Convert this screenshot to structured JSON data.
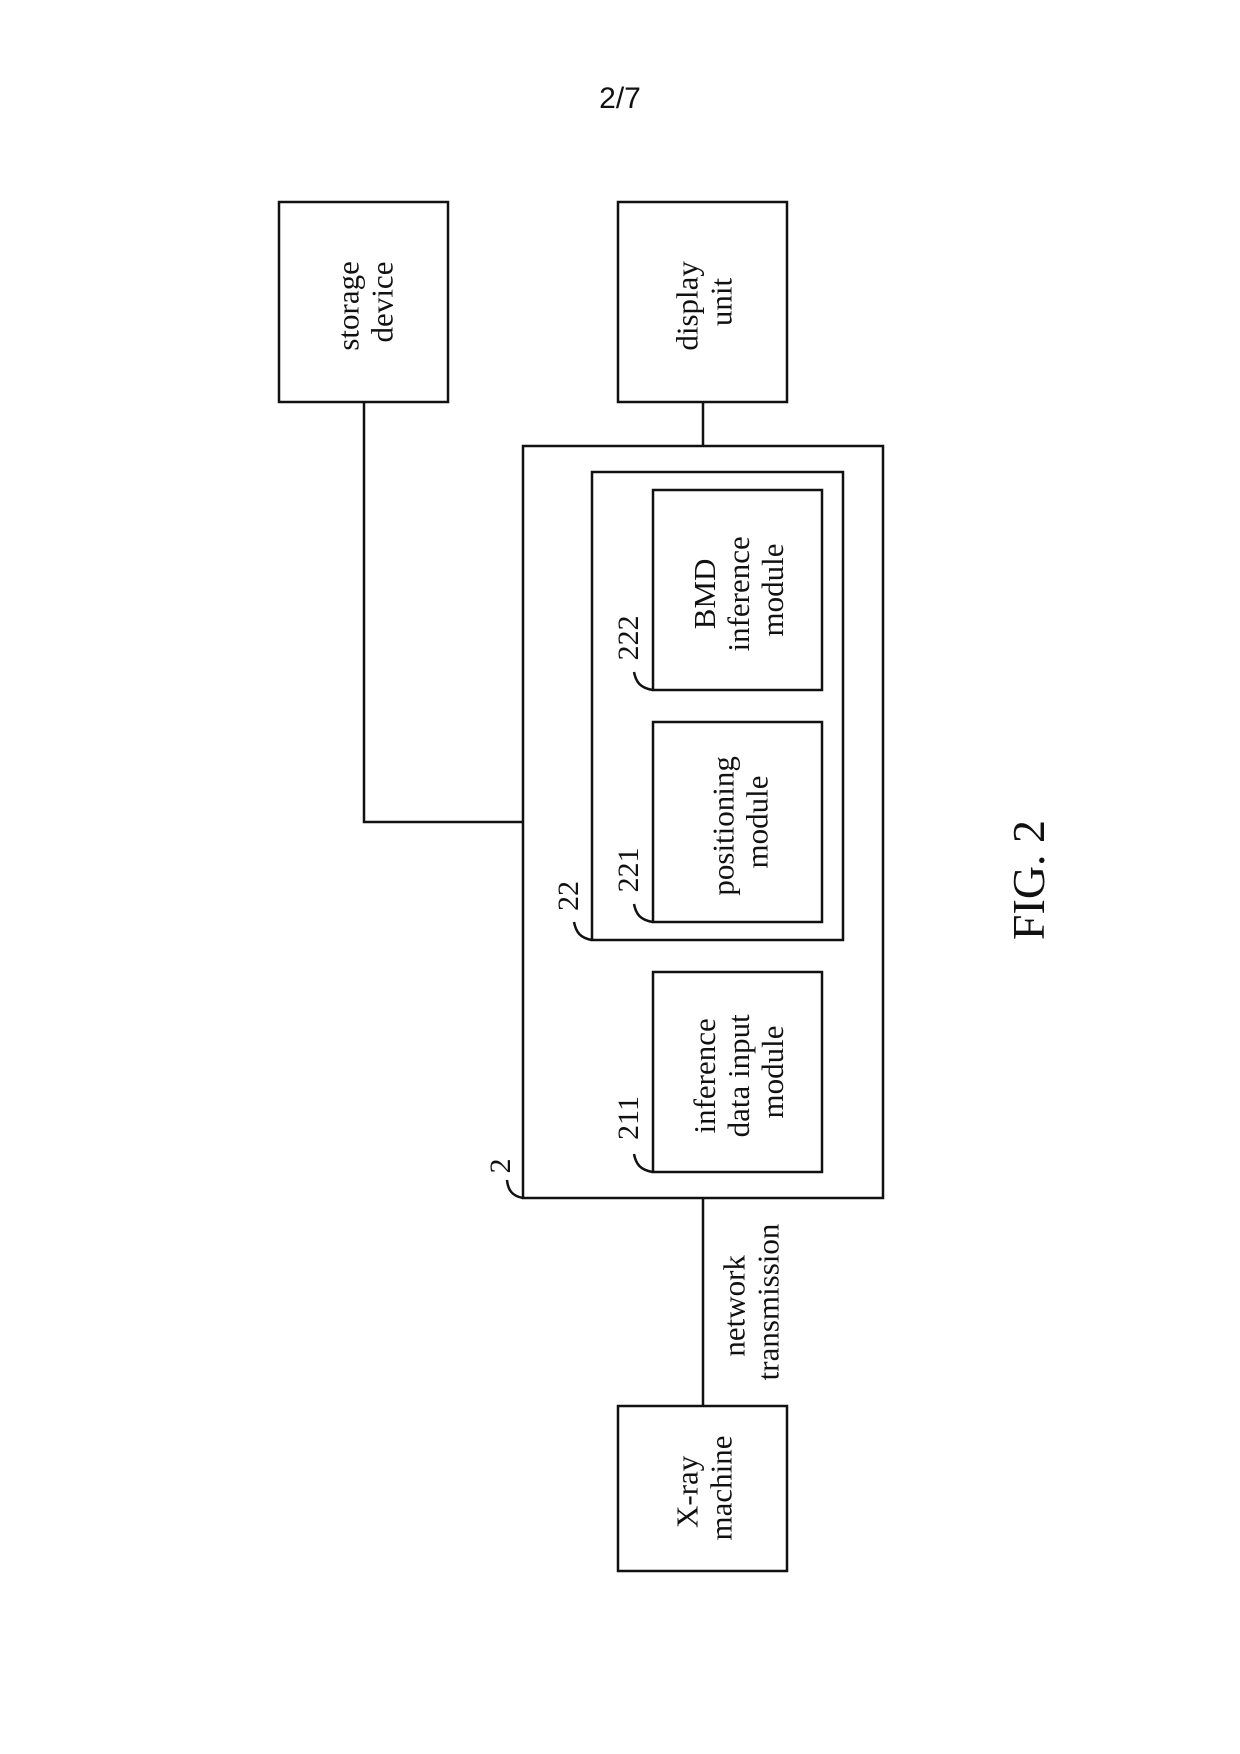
{
  "page_number": "2/7",
  "figure_label": "FIG. 2",
  "blocks": {
    "storage_device": [
      "storage",
      "device"
    ],
    "display_unit": [
      "display",
      "unit"
    ],
    "bmd_inference_module": [
      "BMD",
      "inference",
      "module"
    ],
    "positioning_module": [
      "positioning",
      "module"
    ],
    "inference_data_input_module": [
      "inference",
      "data input",
      "module"
    ],
    "xray_machine": [
      "X-ray",
      "machine"
    ]
  },
  "connection_labels": {
    "network_transmission": [
      "network",
      "transmission"
    ]
  },
  "reference_numerals": {
    "system": "2",
    "group": "22",
    "inference_data_input_module": "211",
    "positioning_module": "221",
    "bmd_inference_module": "222"
  }
}
